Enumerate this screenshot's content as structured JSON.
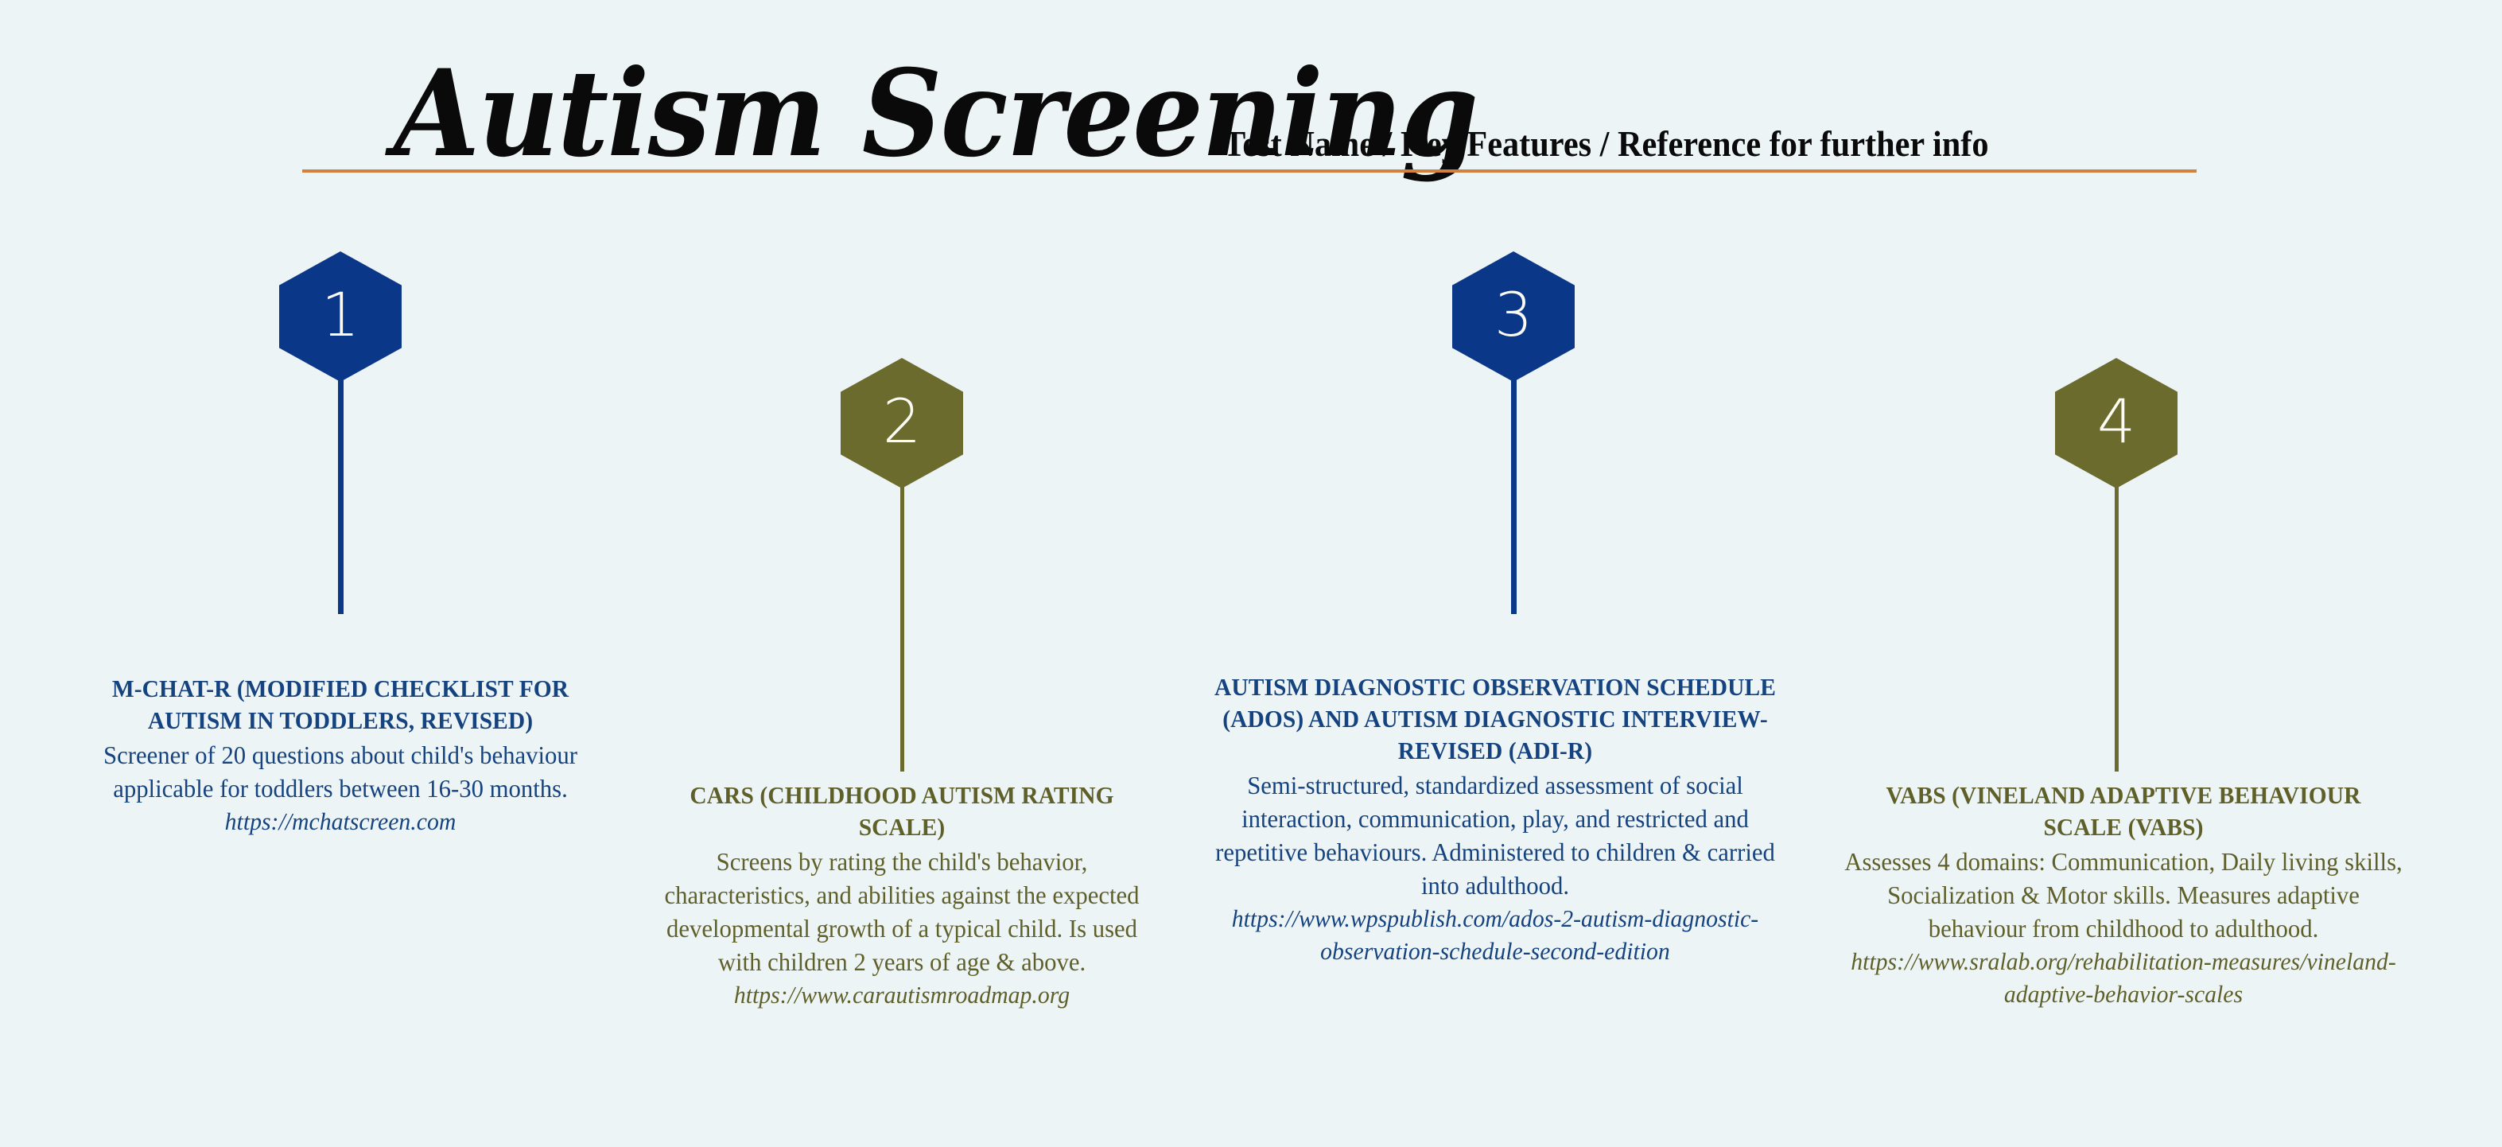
{
  "header": {
    "title": "Autism Screening",
    "subtitle": "Test Name / Key Features / Reference for further info",
    "divider_color": "#D2803E"
  },
  "theme": {
    "background": "#EDF4F6",
    "navy": "#0B3789",
    "navy_text": "#15437F",
    "olive": "#6B6B2E",
    "olive_text": "#5F6029",
    "marker_number_color": "#FBFBF4"
  },
  "items": [
    {
      "number": "1",
      "color": "#0B3789",
      "heading": "M-CHAT-R (MODIFIED CHECKLIST FOR AUTISM IN TODDLERS, REVISED)",
      "body": "Screener of 20 questions about child's behaviour applicable for toddlers between 16-30 months.",
      "url": "https://mchatscreen.com"
    },
    {
      "number": "2",
      "color": "#6B6B2E",
      "heading": "CARS (CHILDHOOD AUTISM RATING SCALE)",
      "body": "Screens by rating the child's behavior, characteristics, and abilities against the expected developmental growth of a typical child. Is used with children 2 years of age & above.",
      "url": "https://www.carautismroadmap.org"
    },
    {
      "number": "3",
      "color": "#0B3789",
      "heading": "AUTISM DIAGNOSTIC OBSERVATION SCHEDULE (ADOS) AND AUTISM DIAGNOSTIC INTERVIEW-REVISED (ADI-R)",
      "body": "Semi-structured, standardized assessment of social interaction, communication, play, and restricted and repetitive behaviours. Administered to children & carried into adulthood.",
      "url": "https://www.wpspublish.com/ados-2-autism-diagnostic-observation-schedule-second-edition"
    },
    {
      "number": "4",
      "color": "#6B6B2E",
      "heading": "VABS (VINELAND ADAPTIVE BEHAVIOUR SCALE (VABS)",
      "body": "Assesses 4 domains: Communication, Daily living skills, Socialization & Motor skills. Measures adaptive behaviour from childhood to adulthood.",
      "url": "https://www.sralab.org/rehabilitation-measures/vineland-adaptive-behavior-scales"
    }
  ]
}
